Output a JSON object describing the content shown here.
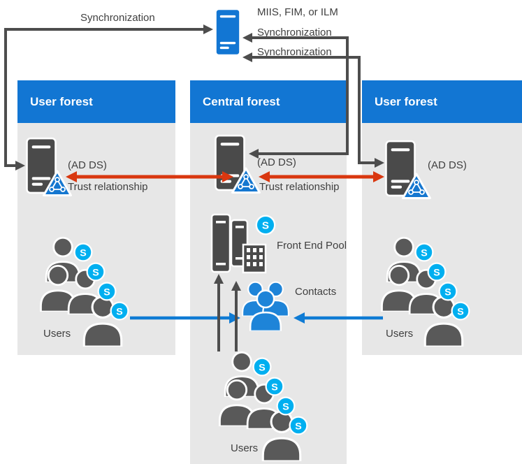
{
  "colors": {
    "header_blue": "#1276d3",
    "panel_gray": "#e7e7e7",
    "arrow_dark": "#4d4d4d",
    "arrow_red": "#d9370f",
    "arrow_blue": "#0f7bd4",
    "skype_blue": "#00aff0",
    "icon_gray": "#4a4a4a",
    "person_gray": "#595959",
    "ad_triangle_blue": "#1577d0",
    "contacts_blue": "#1e84d8",
    "text_gray": "#3f3f3f"
  },
  "top": {
    "sync_left_label": "Synchronization",
    "server_label": "MIIS, FIM, or ILM",
    "sync_center_label": "Synchronization",
    "sync_right_label": "Synchronization",
    "server_icon": "directory-sync-server-icon"
  },
  "forests": [
    {
      "title": "User forest",
      "ad_label": "(AD DS)",
      "trust_label": "Trust relationship",
      "users_label": "Users"
    },
    {
      "title": "Central forest",
      "ad_label": "(AD DS)",
      "trust_label": "Trust relationship",
      "front_end_pool_label": "Front End Pool",
      "contacts_label": "Contacts",
      "users_label": "Users"
    },
    {
      "title": "User forest",
      "ad_label": "(AD DS)",
      "users_label": "Users"
    }
  ],
  "icons": [
    "directory-sync-server-icon",
    "ad-ds-server-icon",
    "ad-ds-triangle-icon",
    "front-end-pool-icon",
    "contacts-icon",
    "users-group-icon",
    "skype-icon"
  ]
}
